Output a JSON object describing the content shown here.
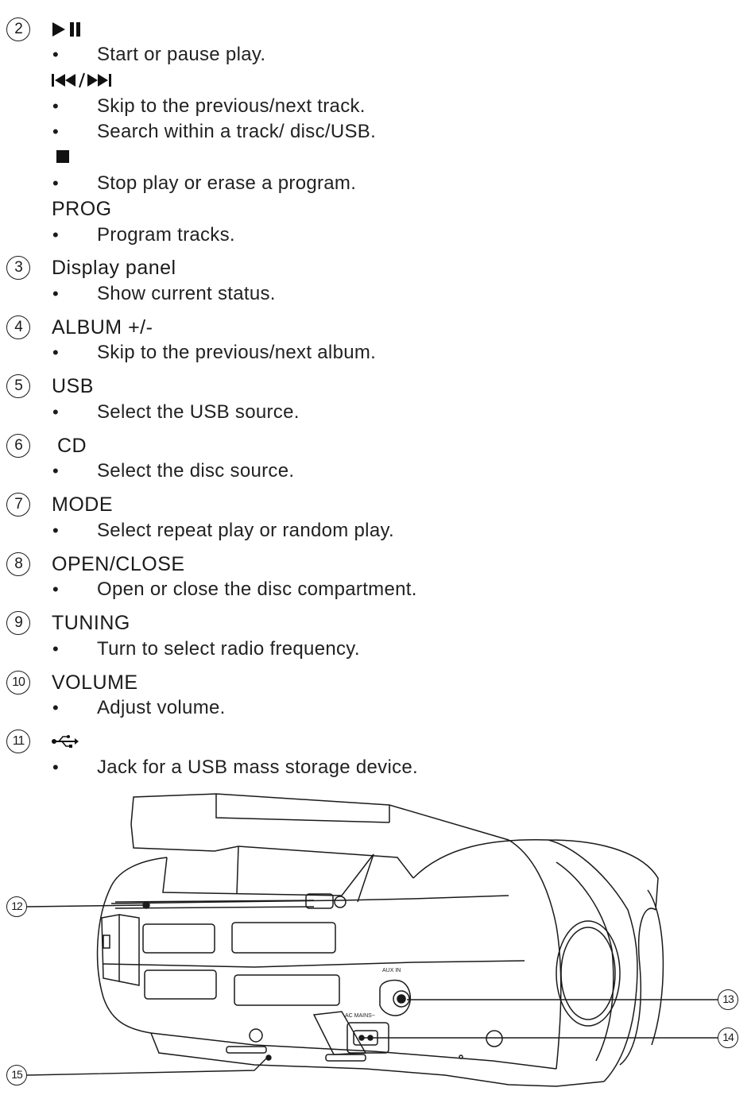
{
  "entries": [
    {
      "num": "2",
      "symbol": "play-pause",
      "desc": "Start or pause play."
    },
    {
      "symbol": "prev-next",
      "desc1": "Skip to the previous/next track.",
      "desc2": "Search within a track/ disc/USB."
    },
    {
      "symbol": "stop",
      "desc": "Stop play or erase a program."
    },
    {
      "label": "PROG",
      "desc": "Program tracks."
    },
    {
      "num": "3",
      "label": "Display panel",
      "desc": "Show current status."
    },
    {
      "num": "4",
      "label": "ALBUM +/-",
      "desc": "Skip to the previous/next album."
    },
    {
      "num": "5",
      "label": "USB",
      "desc": "Select the USB source."
    },
    {
      "num": "6",
      "label": "CD",
      "desc": "Select the disc source."
    },
    {
      "num": "7",
      "label": "MODE",
      "desc": "Select repeat play or random play."
    },
    {
      "num": "8",
      "label": "OPEN/CLOSE",
      "desc": "Open or close the disc compartment."
    },
    {
      "num": "9",
      "label": "TUNING",
      "desc": "Turn to select radio frequency."
    },
    {
      "num": "10",
      "label": "VOLUME",
      "desc": "Adjust volume."
    },
    {
      "num": "11",
      "symbol": "usb",
      "desc": "Jack for a USB mass storage device."
    }
  ],
  "bullet": "•",
  "illustration": {
    "jack_label_aux": "AUX IN",
    "jack_label_ac": "AC MAINS~",
    "callouts": [
      "12",
      "13",
      "14",
      "15"
    ]
  }
}
